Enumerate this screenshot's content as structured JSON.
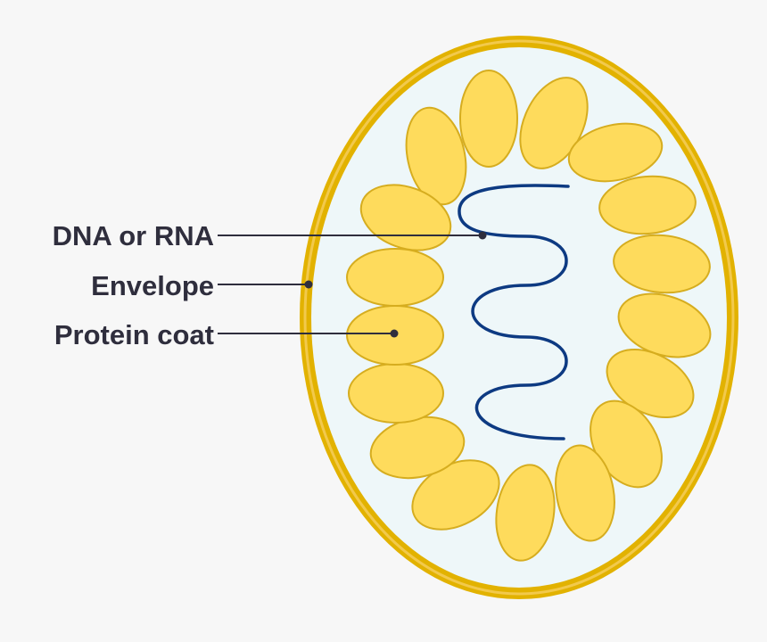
{
  "labels": {
    "dna": "DNA or RNA",
    "envelope": "Envelope",
    "protein_coat": "Protein coat"
  },
  "colors": {
    "background": "#f7f7f7",
    "envelope": "#e2b200",
    "envelope_inner": "#eef7f9",
    "capsomere_fill": "#fedb5c",
    "capsomere_stroke": "#d6ad1f",
    "genome": "#0d3a82",
    "leader": "#2f2e3d",
    "label_text": "#2f2e3d"
  }
}
